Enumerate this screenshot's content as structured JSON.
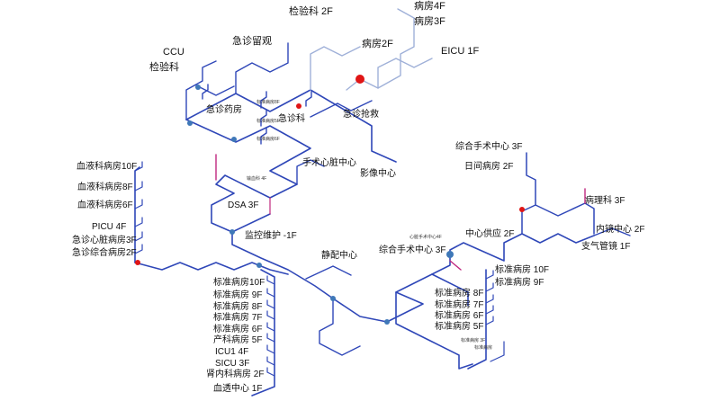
{
  "labels": [
    {
      "id": "jianyanke-2f",
      "text": "检验科 2F"
    },
    {
      "id": "jizhen-liuguan",
      "text": "急诊留观"
    },
    {
      "id": "ccu",
      "text": "CCU"
    },
    {
      "id": "jianyanke",
      "text": "检验科"
    },
    {
      "id": "bingfang-4f",
      "text": "病房4F"
    },
    {
      "id": "bingfang-3f",
      "text": "病房3F"
    },
    {
      "id": "bingfang-2f",
      "text": "病房2F"
    },
    {
      "id": "eicu-1f",
      "text": "EICU 1F"
    },
    {
      "id": "jizhen-yaofang",
      "text": "急诊药房"
    },
    {
      "id": "jizhenke",
      "text": "急诊科"
    },
    {
      "id": "jizhen-qiangjiu",
      "text": "急诊抢救"
    },
    {
      "id": "biaozhun-8f-small",
      "text": "标准病房8F"
    },
    {
      "id": "biaozhun-5f-small",
      "text": "标准病房5F"
    },
    {
      "id": "biaozhun-6f-small",
      "text": "标准病房6F"
    },
    {
      "id": "shoushu-xinzang",
      "text": "手术心脏中心"
    },
    {
      "id": "yingxiang",
      "text": "影像中心"
    },
    {
      "id": "zonghe-shoushu-3f-top",
      "text": "综合手术中心 3F"
    },
    {
      "id": "rijian-2f",
      "text": "日间病房 2F"
    },
    {
      "id": "xueye-10f",
      "text": "血液科病房10F"
    },
    {
      "id": "xueye-8f",
      "text": "血液科病房8F"
    },
    {
      "id": "xueye-6f",
      "text": "血液科病房6F"
    },
    {
      "id": "picu-4f",
      "text": "PICU 4F"
    },
    {
      "id": "xinzang-3f",
      "text": "急诊心脏病房3F"
    },
    {
      "id": "zonghe-2f",
      "text": "急诊综合病房2F"
    },
    {
      "id": "jiuxue-4f",
      "text": "输血科 4F"
    },
    {
      "id": "dsa-3f",
      "text": "DSA 3F"
    },
    {
      "id": "jiankong",
      "text": "监控维护 -1F"
    },
    {
      "id": "binglike-3f",
      "text": "病理科 3F"
    },
    {
      "id": "neijing-2f",
      "text": "内镜中心 2F"
    },
    {
      "id": "zhiqiguan-1f",
      "text": "支气管镜 1F"
    },
    {
      "id": "xinzang-shoushu-4f-small",
      "text": "心脏手术中心4F"
    },
    {
      "id": "zhongxin-gongying",
      "text": "中心供应 2F"
    },
    {
      "id": "zonghe-shoushu-3f-mid",
      "text": "综合手术中心 3F"
    },
    {
      "id": "jingpei",
      "text": "静配中心"
    },
    {
      "id": "r-biaozhun-10f",
      "text": "标准病房 10F"
    },
    {
      "id": "r-biaozhun-9f",
      "text": "标准病房 9F"
    },
    {
      "id": "r-biaozhun-8f",
      "text": "标准病房 8F"
    },
    {
      "id": "r-biaozhun-7f",
      "text": "标准病房 7F"
    },
    {
      "id": "r-biaozhun-6f",
      "text": "标准病房 6F"
    },
    {
      "id": "r-biaozhun-5f",
      "text": "标准病房 5F"
    },
    {
      "id": "l-biaozhun-10f",
      "text": "标准病房10F"
    },
    {
      "id": "l-biaozhun-9f",
      "text": "标准病房 9F"
    },
    {
      "id": "l-biaozhun-8f",
      "text": "标准病房 8F"
    },
    {
      "id": "l-biaozhun-7f",
      "text": "标准病房 7F"
    },
    {
      "id": "l-biaozhun-6f",
      "text": "标准病房 6F"
    },
    {
      "id": "l-chanke-5f",
      "text": "产科病房 5F"
    },
    {
      "id": "l-icu1-4f",
      "text": "ICU1   4F"
    },
    {
      "id": "l-sicu-3f",
      "text": "SICU    3F"
    },
    {
      "id": "l-shennei-2f",
      "text": "肾内科病房 2F"
    },
    {
      "id": "l-touxi-1f",
      "text": "血透中心 1F"
    },
    {
      "id": "small-biaozhun-3f",
      "text": "标准病房 3F"
    },
    {
      "id": "small-biaozhun-b",
      "text": "标准病房"
    }
  ],
  "colors": {
    "pipe": "#2f47b8",
    "pipe_light": "#9fb0d8",
    "accent": "#c0287f",
    "node_blue": "#3f78b8",
    "node_red": "#e01515"
  }
}
